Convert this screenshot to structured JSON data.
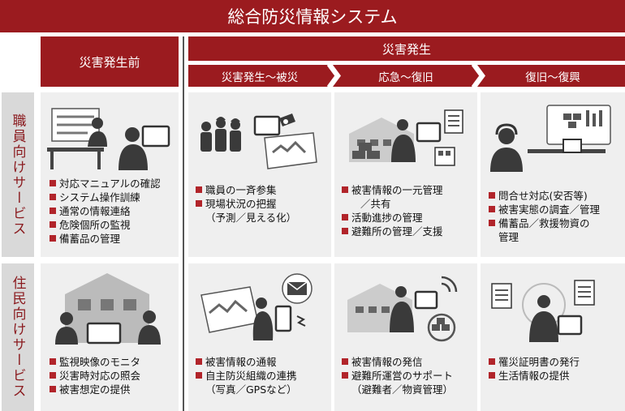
{
  "title": "総合防災情報システム",
  "header": {
    "before": "災害発生前",
    "during": "災害発生",
    "phases": [
      "災害発生～被災",
      "応急～復旧",
      "復旧～復興"
    ]
  },
  "rows": {
    "staff": "職員向けサービス",
    "residents": "住民向けサービス"
  },
  "staff_cells": [
    {
      "items": [
        "対応マニュアルの確認",
        "システム操作訓練",
        "通常の情報連絡",
        "危険個所の監視",
        "備蓄品の管理"
      ]
    },
    {
      "items": [
        "職員の一斉参集",
        "現場状況の把握"
      ],
      "cont": "（予測／見える化）"
    },
    {
      "items": [
        "被害情報の一元管理"
      ],
      "cont1": "／共有",
      "items2": [
        "活動進捗の管理",
        "避難所の管理／支援"
      ]
    },
    {
      "items": [
        "問合せ対応(安否等)",
        "被害実態の調査／管理",
        "備蓄品／救援物資の"
      ],
      "cont": "管理"
    }
  ],
  "resident_cells": [
    {
      "items": [
        "監視映像のモニタ",
        "災害時対応の照会",
        "被害想定の提供"
      ]
    },
    {
      "items": [
        "被害情報の通報",
        "自主防災組織の連携"
      ],
      "cont": "（写真／GPSなど）"
    },
    {
      "items": [
        "被害情報の発信",
        "避難所運営のサポート"
      ],
      "cont": "（避難者／物資管理）"
    },
    {
      "items": [
        "罹災証明書の発行",
        "生活情報の提供"
      ]
    }
  ],
  "colors": {
    "accent": "#9b1b1f",
    "cell": "#efefef",
    "icon": "#3a3a3a"
  }
}
